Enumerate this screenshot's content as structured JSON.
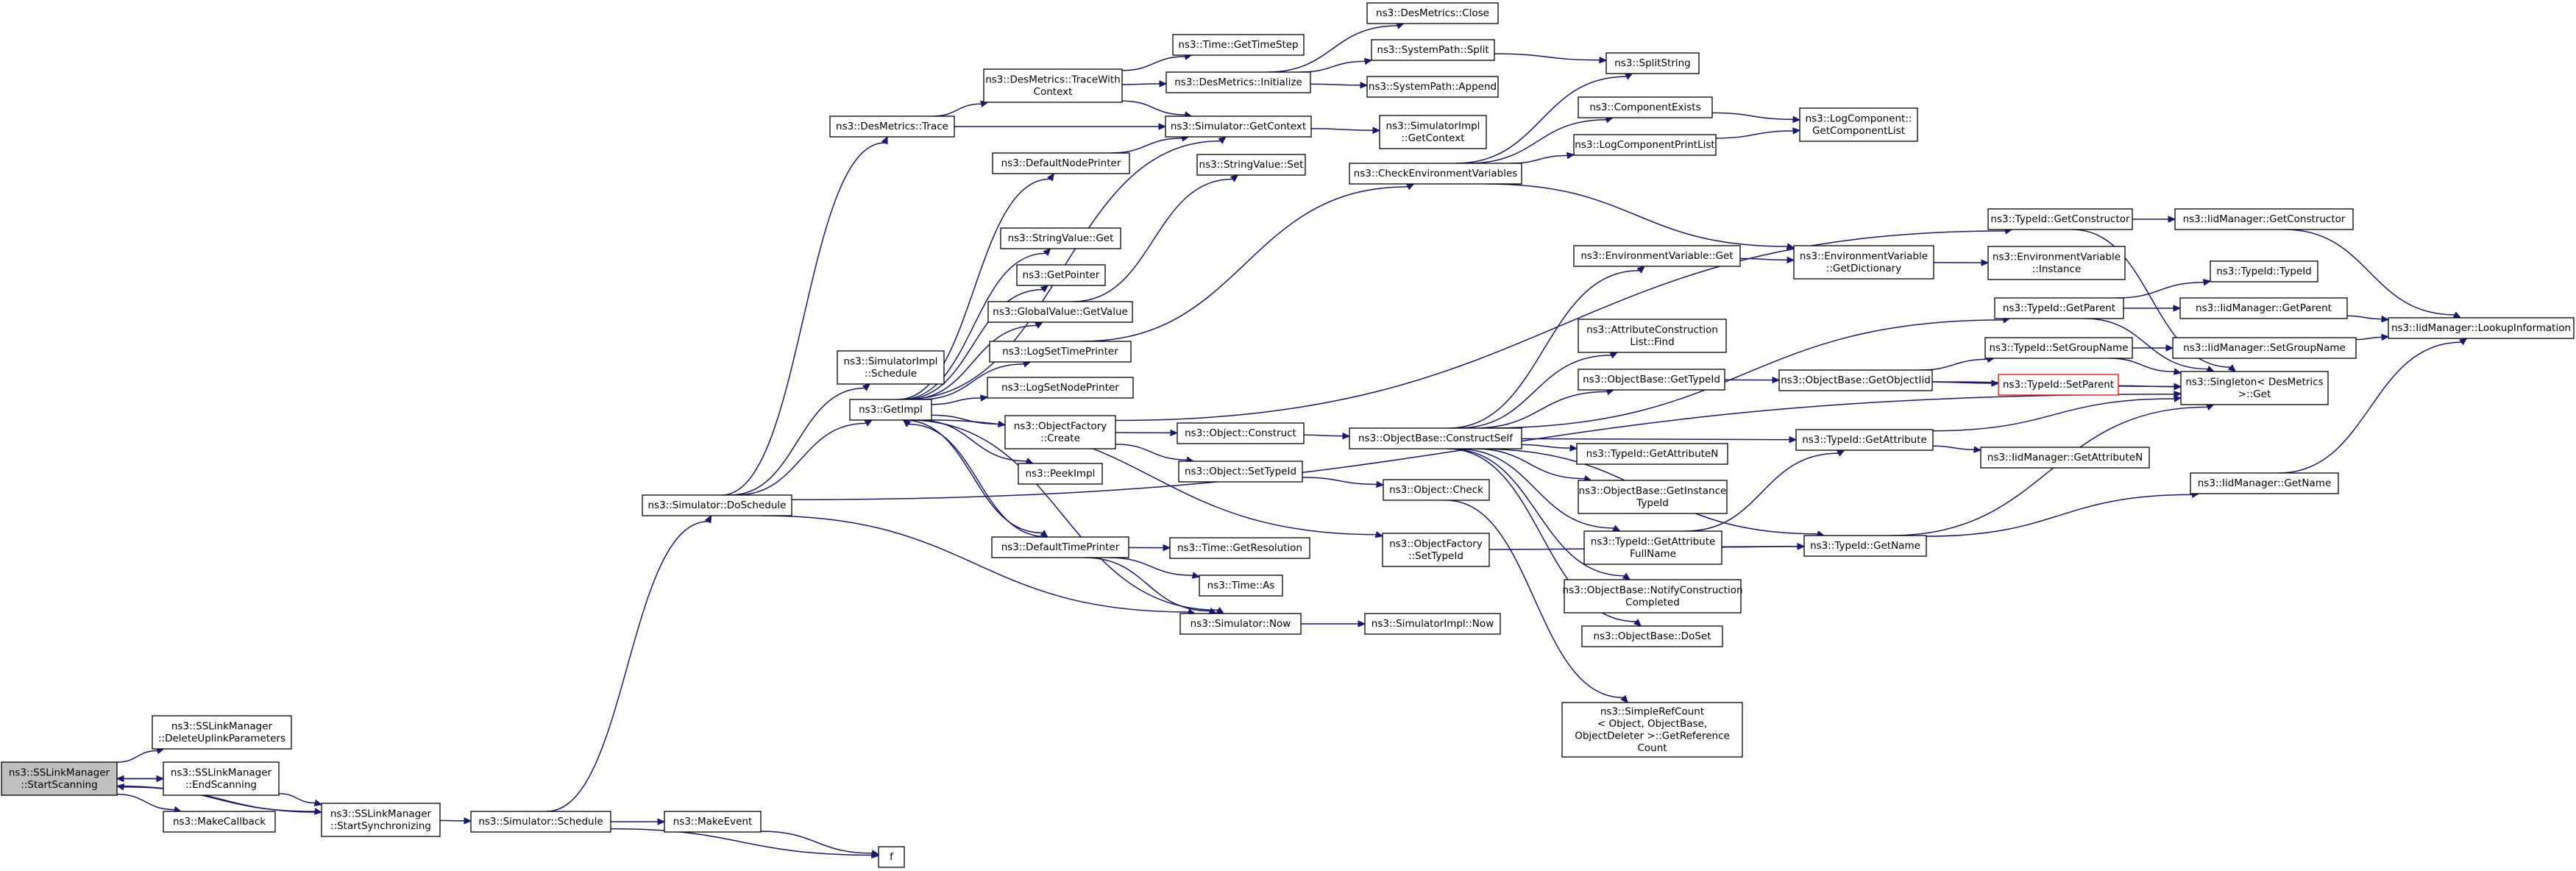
{
  "nodes": [
    {
      "id": "root",
      "lines": [
        "ns3::SSLinkManager",
        "::StartScanning"
      ],
      "root": true
    },
    {
      "id": "deluplink",
      "lines": [
        "ns3::SSLinkManager",
        "::DeleteUplinkParameters"
      ]
    },
    {
      "id": "endscan",
      "lines": [
        "ns3::SSLinkManager",
        "::EndScanning"
      ]
    },
    {
      "id": "makecb",
      "lines": [
        "ns3::MakeCallback"
      ]
    },
    {
      "id": "startsync",
      "lines": [
        "ns3::SSLinkManager",
        "::StartSynchronizing"
      ]
    },
    {
      "id": "simsched",
      "lines": [
        "ns3::Simulator::Schedule"
      ]
    },
    {
      "id": "makeevent",
      "lines": [
        "ns3::MakeEvent"
      ]
    },
    {
      "id": "f",
      "lines": [
        "f"
      ]
    },
    {
      "id": "dosched",
      "lines": [
        "ns3::Simulator::DoSchedule"
      ]
    },
    {
      "id": "desTrace",
      "lines": [
        "ns3::DesMetrics::Trace"
      ]
    },
    {
      "id": "simImplSched",
      "lines": [
        "ns3::SimulatorImpl",
        "::Schedule"
      ]
    },
    {
      "id": "getimpl",
      "lines": [
        "ns3::GetImpl"
      ]
    },
    {
      "id": "traceWith",
      "lines": [
        "ns3::DesMetrics::TraceWith",
        "Context"
      ]
    },
    {
      "id": "getTimeStep",
      "lines": [
        "ns3::Time::GetTimeStep"
      ]
    },
    {
      "id": "desInit",
      "lines": [
        "ns3::DesMetrics::Initialize"
      ]
    },
    {
      "id": "desClose",
      "lines": [
        "ns3::DesMetrics::Close"
      ]
    },
    {
      "id": "sysSplit",
      "lines": [
        "ns3::SystemPath::Split"
      ]
    },
    {
      "id": "sysAppend",
      "lines": [
        "ns3::SystemPath::Append"
      ]
    },
    {
      "id": "splitString",
      "lines": [
        "ns3::SplitString"
      ]
    },
    {
      "id": "simGetContext",
      "lines": [
        "ns3::Simulator::GetContext"
      ]
    },
    {
      "id": "simImplGetContext",
      "lines": [
        "ns3::SimulatorImpl",
        "::GetContext"
      ]
    },
    {
      "id": "defNodePrinter",
      "lines": [
        "ns3::DefaultNodePrinter"
      ]
    },
    {
      "id": "strValSet",
      "lines": [
        "ns3::StringValue::Set"
      ]
    },
    {
      "id": "checkEnv",
      "lines": [
        "ns3::CheckEnvironmentVariables"
      ]
    },
    {
      "id": "compExists",
      "lines": [
        "ns3::ComponentExists"
      ]
    },
    {
      "id": "logCompPrint",
      "lines": [
        "ns3::LogComponentPrintList"
      ]
    },
    {
      "id": "logCompGetList",
      "lines": [
        "ns3::LogComponent::",
        "GetComponentList"
      ]
    },
    {
      "id": "strValGet",
      "lines": [
        "ns3::StringValue::Get"
      ]
    },
    {
      "id": "getPointer",
      "lines": [
        "ns3::GetPointer"
      ]
    },
    {
      "id": "globalGetValue",
      "lines": [
        "ns3::GlobalValue::GetValue"
      ]
    },
    {
      "id": "logSetTime",
      "lines": [
        "ns3::LogSetTimePrinter"
      ]
    },
    {
      "id": "logSetNode",
      "lines": [
        "ns3::LogSetNodePrinter"
      ]
    },
    {
      "id": "objFactCreate",
      "lines": [
        "ns3::ObjectFactory",
        "::Create"
      ]
    },
    {
      "id": "peekImpl",
      "lines": [
        "ns3::PeekImpl"
      ]
    },
    {
      "id": "defTimePrinter",
      "lines": [
        "ns3::DefaultTimePrinter"
      ]
    },
    {
      "id": "timeGetRes",
      "lines": [
        "ns3::Time::GetResolution"
      ]
    },
    {
      "id": "timeAs",
      "lines": [
        "ns3::Time::As"
      ]
    },
    {
      "id": "simNow",
      "lines": [
        "ns3::Simulator::Now"
      ]
    },
    {
      "id": "simImplNow",
      "lines": [
        "ns3::SimulatorImpl::Now"
      ]
    },
    {
      "id": "objConstruct",
      "lines": [
        "ns3::Object::Construct"
      ]
    },
    {
      "id": "objSetTypeId",
      "lines": [
        "ns3::Object::SetTypeId"
      ]
    },
    {
      "id": "objCheck",
      "lines": [
        "ns3::Object::Check"
      ]
    },
    {
      "id": "objFactSetTypeId",
      "lines": [
        "ns3::ObjectFactory",
        "::SetTypeId"
      ]
    },
    {
      "id": "constructSelf",
      "lines": [
        "ns3::ObjectBase::ConstructSelf"
      ]
    },
    {
      "id": "envVarGet",
      "lines": [
        "ns3::EnvironmentVariable::Get"
      ]
    },
    {
      "id": "envVarGetDict",
      "lines": [
        "ns3::EnvironmentVariable",
        "::GetDictionary"
      ]
    },
    {
      "id": "envVarInstance",
      "lines": [
        "ns3::EnvironmentVariable",
        "::Instance"
      ]
    },
    {
      "id": "attrConstrFind",
      "lines": [
        "ns3::AttributeConstruction",
        "List::Find"
      ]
    },
    {
      "id": "objBaseGetTypeId",
      "lines": [
        "ns3::ObjectBase::GetTypeId"
      ]
    },
    {
      "id": "objBaseGetObjectIid",
      "lines": [
        "ns3::ObjectBase::GetObjectIid"
      ]
    },
    {
      "id": "typeIdGetAttrN",
      "lines": [
        "ns3::TypeId::GetAttributeN"
      ]
    },
    {
      "id": "objBaseGetInstTypeId",
      "lines": [
        "ns3::ObjectBase::GetInstance",
        "TypeId"
      ]
    },
    {
      "id": "typeIdGetAttrFull",
      "lines": [
        "ns3::TypeId::GetAttribute",
        "FullName"
      ]
    },
    {
      "id": "objBaseNotify",
      "lines": [
        "ns3::ObjectBase::NotifyConstruction",
        "Completed"
      ]
    },
    {
      "id": "objBaseDoSet",
      "lines": [
        "ns3::ObjectBase::DoSet"
      ]
    },
    {
      "id": "simpleRefCount",
      "lines": [
        "ns3::SimpleRefCount",
        "< Object, ObjectBase,",
        "ObjectDeleter >::GetReference",
        "Count"
      ]
    },
    {
      "id": "typeIdGetConstructor",
      "lines": [
        "ns3::TypeId::GetConstructor"
      ]
    },
    {
      "id": "typeIdGetParent",
      "lines": [
        "ns3::TypeId::GetParent"
      ]
    },
    {
      "id": "typeIdSetGroupName",
      "lines": [
        "ns3::TypeId::SetGroupName"
      ]
    },
    {
      "id": "typeIdSetParent",
      "lines": [
        "ns3::TypeId::SetParent"
      ],
      "red": true
    },
    {
      "id": "typeIdGetAttribute",
      "lines": [
        "ns3::TypeId::GetAttribute"
      ]
    },
    {
      "id": "typeIdGetName",
      "lines": [
        "ns3::TypeId::GetName"
      ]
    },
    {
      "id": "typeIdTypeId",
      "lines": [
        "ns3::TypeId::TypeId"
      ]
    },
    {
      "id": "iidGetConstructor",
      "lines": [
        "ns3::IidManager::GetConstructor"
      ]
    },
    {
      "id": "iidGetParent",
      "lines": [
        "ns3::IidManager::GetParent"
      ]
    },
    {
      "id": "iidSetGroupName",
      "lines": [
        "ns3::IidManager::SetGroupName"
      ]
    },
    {
      "id": "iidGetAttrN",
      "lines": [
        "ns3::IidManager::GetAttributeN"
      ]
    },
    {
      "id": "iidGetName",
      "lines": [
        "ns3::IidManager::GetName"
      ]
    },
    {
      "id": "iidLookup",
      "lines": [
        "ns3::IidManager::LookupInformation"
      ]
    },
    {
      "id": "singletonGet",
      "lines": [
        "ns3::Singleton< DesMetrics",
        " >::Get"
      ]
    }
  ],
  "edges": [
    [
      "root",
      "deluplink"
    ],
    [
      "root",
      "endscan"
    ],
    [
      "root",
      "makecb"
    ],
    [
      "root",
      "startsync"
    ],
    [
      "endscan",
      "root"
    ],
    [
      "endscan",
      "startsync"
    ],
    [
      "startsync",
      "root"
    ],
    [
      "startsync",
      "simsched"
    ],
    [
      "simsched",
      "dosched"
    ],
    [
      "simsched",
      "makeevent"
    ],
    [
      "simsched",
      "f"
    ],
    [
      "makeevent",
      "f"
    ],
    [
      "dosched",
      "desTrace"
    ],
    [
      "dosched",
      "simImplSched"
    ],
    [
      "dosched",
      "getimpl"
    ],
    [
      "dosched",
      "simNow"
    ],
    [
      "dosched",
      "singletonGet"
    ],
    [
      "desTrace",
      "traceWith"
    ],
    [
      "desTrace",
      "simGetContext"
    ],
    [
      "traceWith",
      "getTimeStep"
    ],
    [
      "traceWith",
      "desInit"
    ],
    [
      "traceWith",
      "simGetContext"
    ],
    [
      "desInit",
      "desClose"
    ],
    [
      "desInit",
      "sysSplit"
    ],
    [
      "desInit",
      "sysAppend"
    ],
    [
      "sysSplit",
      "splitString"
    ],
    [
      "simGetContext",
      "simImplGetContext"
    ],
    [
      "getimpl",
      "simGetContext"
    ],
    [
      "getimpl",
      "defNodePrinter"
    ],
    [
      "getimpl",
      "strValGet"
    ],
    [
      "getimpl",
      "getPointer"
    ],
    [
      "getimpl",
      "globalGetValue"
    ],
    [
      "getimpl",
      "logSetTime"
    ],
    [
      "getimpl",
      "logSetNode"
    ],
    [
      "getimpl",
      "objFactCreate"
    ],
    [
      "getimpl",
      "peekImpl"
    ],
    [
      "getimpl",
      "defTimePrinter"
    ],
    [
      "getimpl",
      "objFactSetTypeId"
    ],
    [
      "getimpl",
      "simNow"
    ],
    [
      "defNodePrinter",
      "simGetContext"
    ],
    [
      "globalGetValue",
      "strValSet"
    ],
    [
      "logSetTime",
      "checkEnv"
    ],
    [
      "checkEnv",
      "splitString"
    ],
    [
      "checkEnv",
      "compExists"
    ],
    [
      "checkEnv",
      "logCompPrint"
    ],
    [
      "checkEnv",
      "envVarGetDict"
    ],
    [
      "compExists",
      "logCompGetList"
    ],
    [
      "logCompPrint",
      "logCompGetList"
    ],
    [
      "defTimePrinter",
      "timeGetRes"
    ],
    [
      "defTimePrinter",
      "timeAs"
    ],
    [
      "defTimePrinter",
      "simNow"
    ],
    [
      "defTimePrinter",
      "getimpl"
    ],
    [
      "simNow",
      "simImplNow"
    ],
    [
      "objFactCreate",
      "typeIdGetConstructor"
    ],
    [
      "objFactCreate",
      "objConstruct"
    ],
    [
      "objFactCreate",
      "objSetTypeId"
    ],
    [
      "objConstruct",
      "constructSelf"
    ],
    [
      "objSetTypeId",
      "objCheck"
    ],
    [
      "objCheck",
      "simpleRefCount"
    ],
    [
      "objFactSetTypeId",
      "typeIdGetName"
    ],
    [
      "constructSelf",
      "envVarGet"
    ],
    [
      "constructSelf",
      "typeIdGetParent"
    ],
    [
      "constructSelf",
      "attrConstrFind"
    ],
    [
      "constructSelf",
      "objBaseGetTypeId"
    ],
    [
      "constructSelf",
      "typeIdGetAttribute"
    ],
    [
      "constructSelf",
      "typeIdGetAttrN"
    ],
    [
      "constructSelf",
      "objBaseGetInstTypeId"
    ],
    [
      "constructSelf",
      "typeIdGetAttrFull"
    ],
    [
      "constructSelf",
      "objBaseNotify"
    ],
    [
      "constructSelf",
      "objBaseDoSet"
    ],
    [
      "constructSelf",
      "typeIdGetName"
    ],
    [
      "envVarGet",
      "envVarGetDict"
    ],
    [
      "envVarGetDict",
      "envVarInstance"
    ],
    [
      "objBaseGetTypeId",
      "objBaseGetObjectIid"
    ],
    [
      "objBaseGetObjectIid",
      "typeIdSetGroupName"
    ],
    [
      "objBaseGetObjectIid",
      "typeIdSetParent"
    ],
    [
      "objBaseGetObjectIid",
      "singletonGet"
    ],
    [
      "typeIdGetAttrFull",
      "typeIdGetAttribute"
    ],
    [
      "typeIdGetAttrFull",
      "typeIdGetName"
    ],
    [
      "typeIdGetConstructor",
      "iidGetConstructor"
    ],
    [
      "typeIdGetConstructor",
      "singletonGet"
    ],
    [
      "typeIdGetParent",
      "typeIdTypeId"
    ],
    [
      "typeIdGetParent",
      "iidGetParent"
    ],
    [
      "typeIdGetParent",
      "singletonGet"
    ],
    [
      "typeIdSetGroupName",
      "iidSetGroupName"
    ],
    [
      "typeIdSetGroupName",
      "singletonGet"
    ],
    [
      "typeIdSetParent",
      "singletonGet"
    ],
    [
      "typeIdGetAttribute",
      "iidGetAttrN"
    ],
    [
      "typeIdGetAttribute",
      "singletonGet"
    ],
    [
      "typeIdGetName",
      "iidGetName"
    ],
    [
      "typeIdGetName",
      "singletonGet"
    ],
    [
      "iidGetConstructor",
      "iidLookup"
    ],
    [
      "iidGetParent",
      "iidLookup"
    ],
    [
      "iidSetGroupName",
      "iidLookup"
    ],
    [
      "iidGetName",
      "iidLookup"
    ]
  ]
}
